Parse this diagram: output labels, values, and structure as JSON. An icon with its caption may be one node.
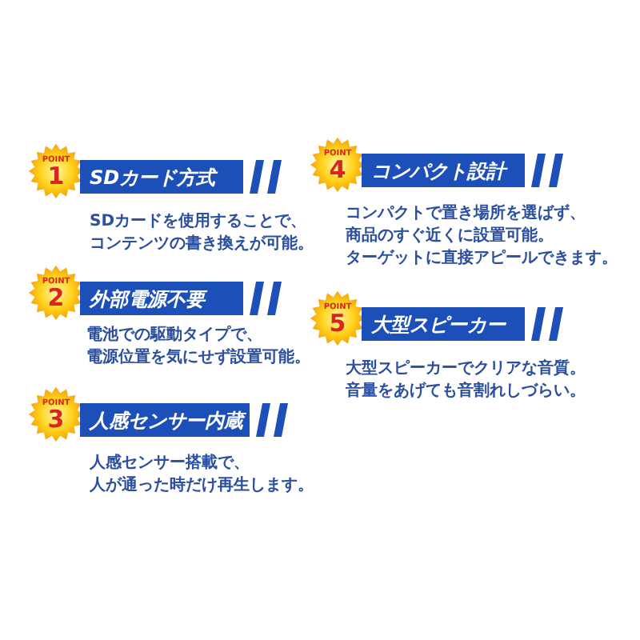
{
  "diagram": {
    "nodes": [
      {
        "text": [
          "POINT",
          "1"
        ]
      },
      {
        "text": [
          "SDカード方式"
        ],
        "beside": [
          "SDカードを使用することで、コンテンツの書き換えが可能。"
        ]
      },
      {
        "text": [
          "POINT",
          "2"
        ]
      },
      {
        "text": [
          "外部電源不要"
        ],
        "beside": [
          "電池での駆動タイプで、電源位置を気にせず設置可能。"
        ]
      },
      {
        "text": [
          "POINT",
          "3"
        ]
      },
      {
        "text": [
          "人感センサー内蔵"
        ],
        "beside": [
          "人感センサー搭載で、人が通った時だけ再生します。"
        ]
      },
      {
        "text": [
          "POINT",
          "4"
        ]
      },
      {
        "text": [
          "コンパクト設計"
        ],
        "beside": [
          "コンパクトで置き場所を選ばず、商品のすぐ近くに設置可能。ターゲットに直接アピールできます。"
        ]
      },
      {
        "text": [
          "POINT",
          "5"
        ]
      },
      {
        "text": [
          "大型スピーカー"
        ],
        "beside": [
          "大型スピーカーでクリアな音質。音量をあげても音割れしづらい。"
        ]
      }
    ]
  }
}
